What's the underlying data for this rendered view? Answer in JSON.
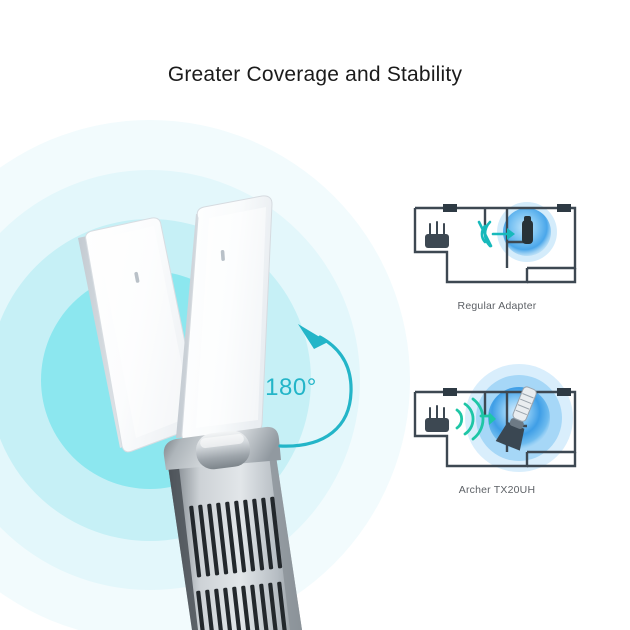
{
  "page": {
    "title": "Greater Coverage and Stability",
    "background_color": "#ffffff",
    "title_color": "#1b1b1b"
  },
  "hero": {
    "product_name": "Archer TX20UH USB WiFi adapter",
    "product_description": "Dual foldable antenna panels on a metallic ventilated base with a silver hinge",
    "rings": {
      "description": "Concentric radiating coverage rings behind the product",
      "colors": [
        "#8ce7ef",
        "#c6f0f6",
        "#e3f7fb",
        "#f2fbfd"
      ]
    },
    "rotation": {
      "label": "180°",
      "accent_color": "#23b5c8",
      "icon": "curved-rotation-arrow-icon"
    },
    "panel_left": {
      "name": "antenna-panel-left",
      "finish": "white"
    },
    "panel_right": {
      "name": "antenna-panel-right",
      "finish": "white"
    },
    "base": {
      "name": "adapter-base",
      "finish": "brushed silver with vent slots"
    }
  },
  "comparison": {
    "cards": [
      {
        "caption": "Regular Adapter",
        "icon": "floorplan-weak-coverage-icon",
        "router_icon": "wifi-router-icon",
        "signal_icon": "weak-wifi-signal-icon",
        "device_icon": "regular-usb-adapter-icon",
        "coverage_size": "small",
        "coverage_color": "#2d8fe0",
        "signal_color": "#17b9bb"
      },
      {
        "caption": "Archer TX20UH",
        "icon": "floorplan-wide-coverage-icon",
        "router_icon": "wifi-router-icon",
        "signal_icon": "strong-wifi-signal-icon",
        "device_icon": "archer-tx20uh-adapter-icon",
        "coverage_size": "large",
        "coverage_color": "#2d8fe0",
        "signal_color": "#1ec6a6"
      }
    ],
    "caption_color": "#5d6166",
    "wall_color": "#3d4852"
  }
}
